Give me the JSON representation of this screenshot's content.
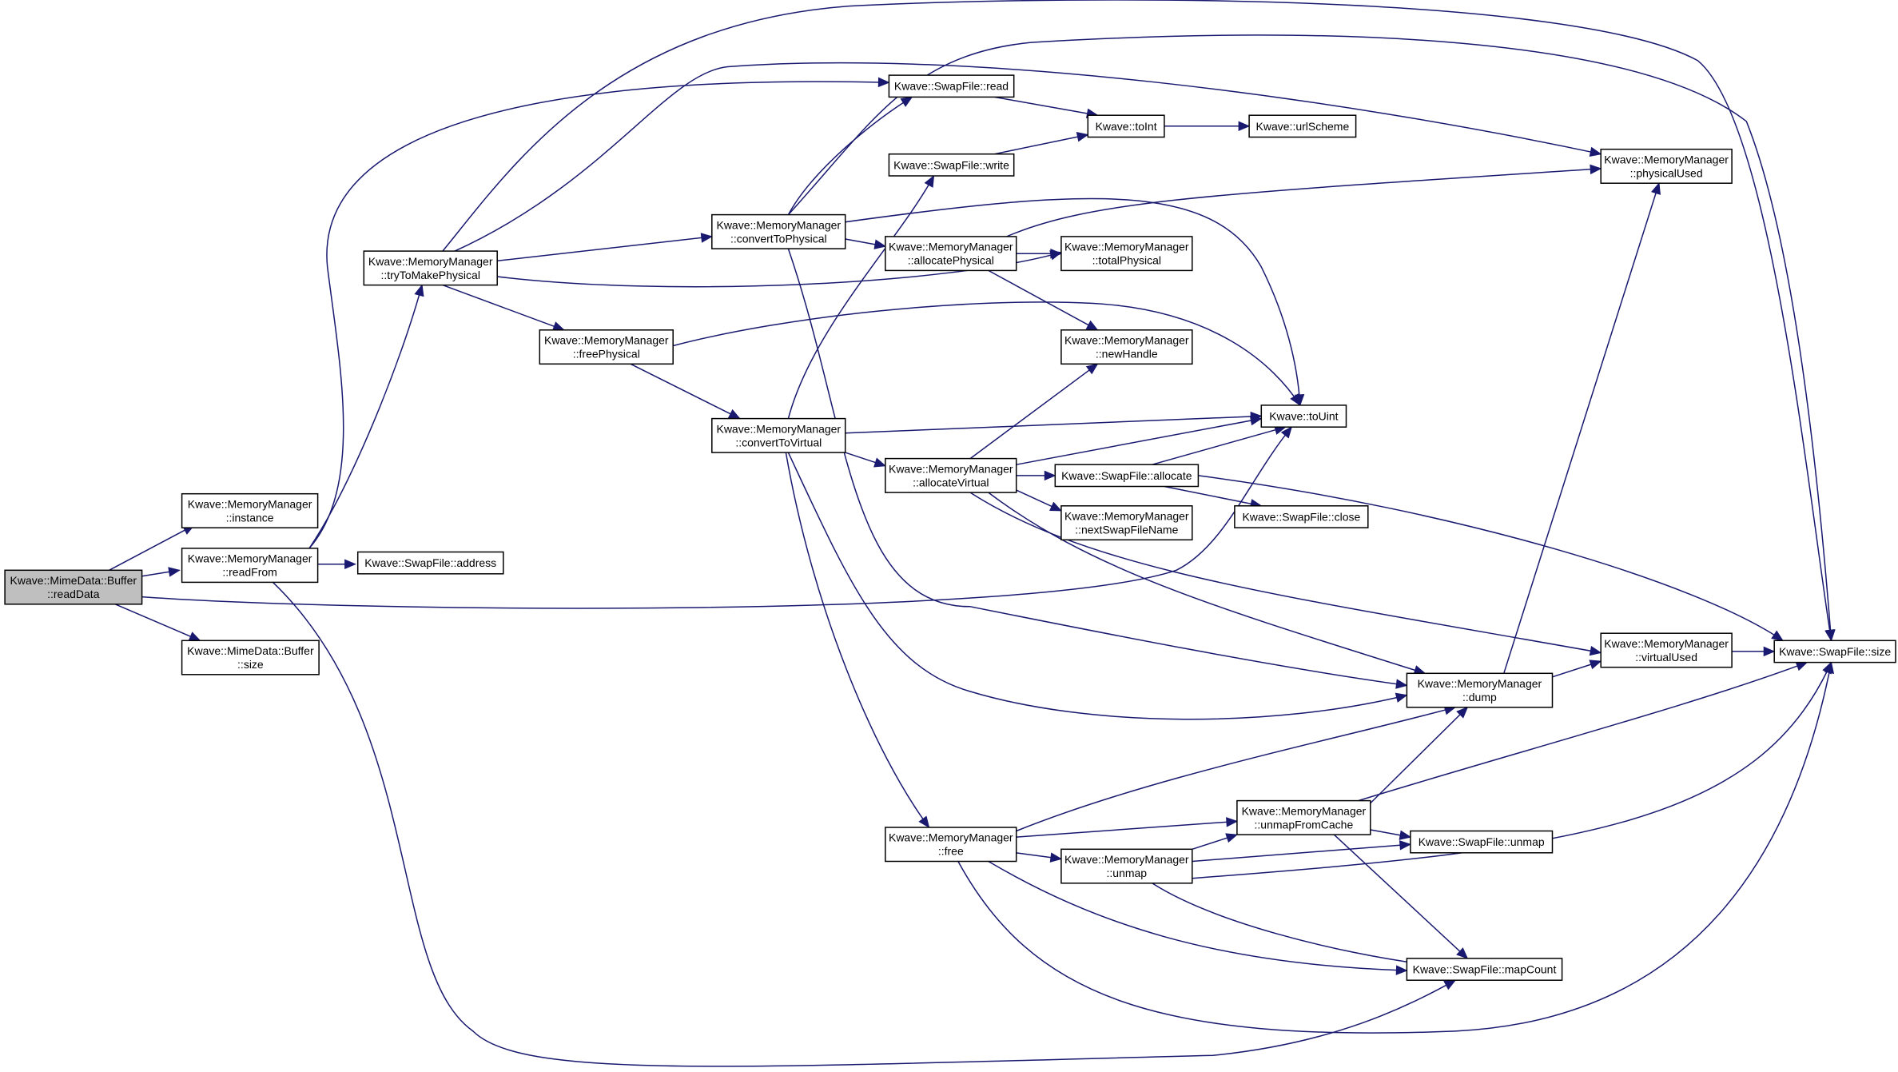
{
  "graph": {
    "nodes": [
      {
        "id": "readData",
        "lines": [
          "Kwave::MimeData::Buffer",
          "::readData"
        ],
        "root": true
      },
      {
        "id": "instance",
        "lines": [
          "Kwave::MemoryManager",
          "::instance"
        ]
      },
      {
        "id": "readFrom",
        "lines": [
          "Kwave::MemoryManager",
          "::readFrom"
        ]
      },
      {
        "id": "bufSize",
        "lines": [
          "Kwave::MimeData::Buffer",
          "::size"
        ]
      },
      {
        "id": "tryToMakePhysical",
        "lines": [
          "Kwave::MemoryManager",
          "::tryToMakePhysical"
        ]
      },
      {
        "id": "address",
        "lines": [
          "Kwave::SwapFile::address"
        ]
      },
      {
        "id": "freePhysical",
        "lines": [
          "Kwave::MemoryManager",
          "::freePhysical"
        ]
      },
      {
        "id": "convertToPhysical",
        "lines": [
          "Kwave::MemoryManager",
          "::convertToPhysical"
        ]
      },
      {
        "id": "convertToVirtual",
        "lines": [
          "Kwave::MemoryManager",
          "::convertToVirtual"
        ]
      },
      {
        "id": "free",
        "lines": [
          "Kwave::MemoryManager",
          "::free"
        ]
      },
      {
        "id": "swRead",
        "lines": [
          "Kwave::SwapFile::read"
        ]
      },
      {
        "id": "swWrite",
        "lines": [
          "Kwave::SwapFile::write"
        ]
      },
      {
        "id": "allocatePhysical",
        "lines": [
          "Kwave::MemoryManager",
          "::allocatePhysical"
        ]
      },
      {
        "id": "allocateVirtual",
        "lines": [
          "Kwave::MemoryManager",
          "::allocateVirtual"
        ]
      },
      {
        "id": "toInt",
        "lines": [
          "Kwave::toInt"
        ]
      },
      {
        "id": "totalPhysical",
        "lines": [
          "Kwave::MemoryManager",
          "::totalPhysical"
        ]
      },
      {
        "id": "newHandle",
        "lines": [
          "Kwave::MemoryManager",
          "::newHandle"
        ]
      },
      {
        "id": "swAllocate",
        "lines": [
          "Kwave::SwapFile::allocate"
        ]
      },
      {
        "id": "nextSwapFileName",
        "lines": [
          "Kwave::MemoryManager",
          "::nextSwapFileName"
        ]
      },
      {
        "id": "unmap",
        "lines": [
          "Kwave::MemoryManager",
          "::unmap"
        ]
      },
      {
        "id": "urlScheme",
        "lines": [
          "Kwave::urlScheme"
        ]
      },
      {
        "id": "toUint",
        "lines": [
          "Kwave::toUint"
        ]
      },
      {
        "id": "swClose",
        "lines": [
          "Kwave::SwapFile::close"
        ]
      },
      {
        "id": "unmapFromCache",
        "lines": [
          "Kwave::MemoryManager",
          "::unmapFromCache"
        ]
      },
      {
        "id": "dump",
        "lines": [
          "Kwave::MemoryManager",
          "::dump"
        ]
      },
      {
        "id": "swUnmap",
        "lines": [
          "Kwave::SwapFile::unmap"
        ]
      },
      {
        "id": "mapCount",
        "lines": [
          "Kwave::SwapFile::mapCount"
        ]
      },
      {
        "id": "physicalUsed",
        "lines": [
          "Kwave::MemoryManager",
          "::physicalUsed"
        ]
      },
      {
        "id": "virtualUsed",
        "lines": [
          "Kwave::MemoryManager",
          "::virtualUsed"
        ]
      },
      {
        "id": "swSize",
        "lines": [
          "Kwave::SwapFile::size"
        ]
      }
    ],
    "edges": [
      [
        "readData",
        "instance"
      ],
      [
        "readData",
        "readFrom"
      ],
      [
        "readData",
        "bufSize"
      ],
      [
        "readData",
        "toUint"
      ],
      [
        "readFrom",
        "tryToMakePhysical"
      ],
      [
        "readFrom",
        "address"
      ],
      [
        "readFrom",
        "swRead"
      ],
      [
        "readFrom",
        "mapCount"
      ],
      [
        "tryToMakePhysical",
        "convertToPhysical"
      ],
      [
        "tryToMakePhysical",
        "freePhysical"
      ],
      [
        "tryToMakePhysical",
        "totalPhysical"
      ],
      [
        "tryToMakePhysical",
        "physicalUsed"
      ],
      [
        "tryToMakePhysical",
        "swSize"
      ],
      [
        "freePhysical",
        "convertToVirtual"
      ],
      [
        "freePhysical",
        "toUint"
      ],
      [
        "convertToPhysical",
        "swRead"
      ],
      [
        "convertToPhysical",
        "allocatePhysical"
      ],
      [
        "convertToPhysical",
        "toUint"
      ],
      [
        "convertToPhysical",
        "dump"
      ],
      [
        "convertToPhysical",
        "swSize"
      ],
      [
        "convertToVirtual",
        "swWrite"
      ],
      [
        "convertToVirtual",
        "allocateVirtual"
      ],
      [
        "convertToVirtual",
        "toUint"
      ],
      [
        "convertToVirtual",
        "free"
      ],
      [
        "convertToVirtual",
        "dump"
      ],
      [
        "swRead",
        "toInt"
      ],
      [
        "swWrite",
        "toInt"
      ],
      [
        "toInt",
        "urlScheme"
      ],
      [
        "allocatePhysical",
        "totalPhysical"
      ],
      [
        "allocatePhysical",
        "newHandle"
      ],
      [
        "allocatePhysical",
        "physicalUsed"
      ],
      [
        "allocateVirtual",
        "newHandle"
      ],
      [
        "allocateVirtual",
        "toUint"
      ],
      [
        "allocateVirtual",
        "swAllocate"
      ],
      [
        "allocateVirtual",
        "nextSwapFileName"
      ],
      [
        "allocateVirtual",
        "virtualUsed"
      ],
      [
        "allocateVirtual",
        "dump"
      ],
      [
        "swAllocate",
        "toUint"
      ],
      [
        "swAllocate",
        "swClose"
      ],
      [
        "swAllocate",
        "swSize"
      ],
      [
        "free",
        "unmapFromCache"
      ],
      [
        "free",
        "unmap"
      ],
      [
        "free",
        "dump"
      ],
      [
        "free",
        "mapCount"
      ],
      [
        "free",
        "swSize"
      ],
      [
        "unmap",
        "unmapFromCache"
      ],
      [
        "unmap",
        "swUnmap"
      ],
      [
        "unmap",
        "swSize"
      ],
      [
        "unmap",
        "mapCount"
      ],
      [
        "unmapFromCache",
        "swUnmap"
      ],
      [
        "unmapFromCache",
        "mapCount"
      ],
      [
        "unmapFromCache",
        "dump"
      ],
      [
        "unmapFromCache",
        "swSize"
      ],
      [
        "dump",
        "physicalUsed"
      ],
      [
        "dump",
        "virtualUsed"
      ],
      [
        "virtualUsed",
        "swSize"
      ]
    ]
  }
}
